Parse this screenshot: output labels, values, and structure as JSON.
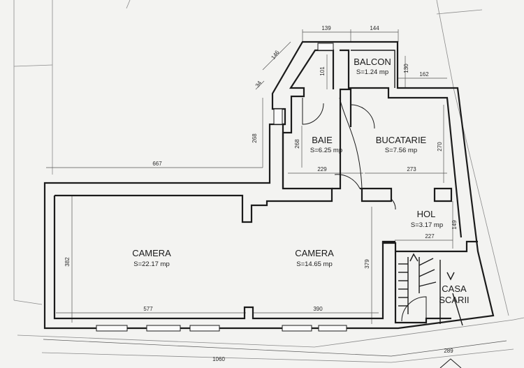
{
  "rooms": [
    {
      "name": "CAMERA",
      "area": "S=22.17 mp"
    },
    {
      "name": "CAMERA",
      "area": "S=14.65 mp"
    },
    {
      "name": "BAIE",
      "area": "S=6.25 mp"
    },
    {
      "name": "BUCATARIE",
      "area": "S=7.56 mp"
    },
    {
      "name": "BALCON",
      "area": "S=1.24 mp"
    },
    {
      "name": "HOL",
      "area": "S=3.17 mp"
    },
    {
      "name_line1": "CASA",
      "name_line2": "SCARII"
    }
  ],
  "dimensions": {
    "top_139": "139",
    "top_144": "144",
    "diag_146": "146",
    "diag_34": "34",
    "left_268": "268",
    "left_667": "667",
    "baie_101": "101",
    "baie_268": "268",
    "baie_229": "229",
    "balcon_130": "130",
    "balcon_162": "162",
    "buc_270": "270",
    "buc_273": "273",
    "hol_149": "149",
    "hol_227": "227",
    "cam1_382": "382",
    "cam1_577": "577",
    "cam2_379": "379",
    "cam2_390": "390",
    "bottom_1060": "1060",
    "bottom_289": "289"
  }
}
